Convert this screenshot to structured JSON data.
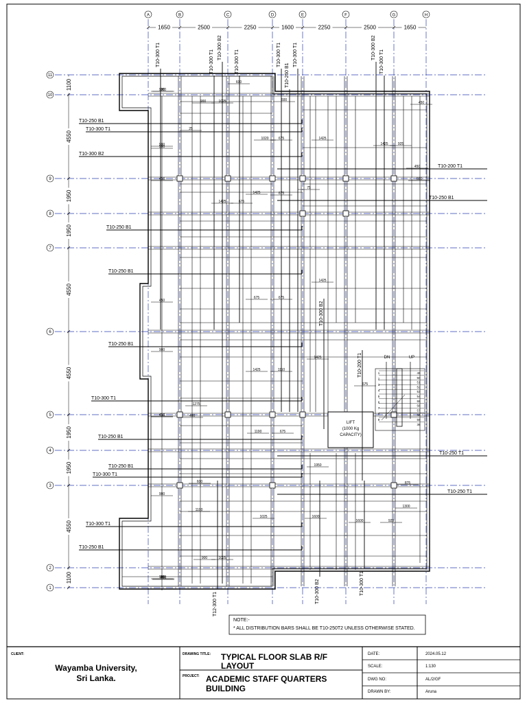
{
  "grid": {
    "columns": [
      "A",
      "B",
      "C",
      "D",
      "E",
      "F",
      "G",
      "H"
    ],
    "rows": [
      "1",
      "2",
      "3",
      "4",
      "5",
      "6",
      "7",
      "8",
      "9",
      "10",
      "11"
    ],
    "column_spacings": [
      "1650",
      "2500",
      "2250",
      "1600",
      "2250",
      "2500",
      "1650"
    ],
    "row_spacings": [
      "1100",
      "4550",
      "1950",
      "1950",
      "4550",
      "4550",
      "1950",
      "1950",
      "4550",
      "1100"
    ]
  },
  "bar_labels": {
    "left": [
      "T10-250 B1",
      "T10-300 T1",
      "T10-300 B2",
      "T10-250 B1",
      "T10-250 B1",
      "T10-250 B1",
      "T10-300 T1",
      "T10-250 B1",
      "T10-250 B1",
      "T10-300 T1",
      "T10-300 T1",
      "T10-250 B1"
    ],
    "right": [
      "T10-200 T1",
      "T10-250 B1",
      "T10-250 T1",
      "T10-250 T1"
    ],
    "top": [
      "T10-300 T1",
      "T10-300 T1",
      "T10-300 B2",
      "T10-300 T1",
      "T10-300 T1",
      "T10-250 B1",
      "T10-300 T1",
      "T10-300 B2",
      "T10-300 T1"
    ],
    "inner": [
      "T10-300 B2",
      "T10-200 T1"
    ],
    "bottom": [
      "T12-300 T1",
      "T10-300 B2",
      "T10-300 T1"
    ]
  },
  "dims": [
    "900",
    "900",
    "1025",
    "900",
    "1020",
    "675",
    "1425",
    "1425",
    "925",
    "1425",
    "675",
    "675",
    "75",
    "675",
    "1425",
    "675",
    "1425",
    "1425",
    "1110",
    "1425",
    "675",
    "1190",
    "675",
    "1275",
    "1025",
    "1600",
    "1600",
    "925",
    "900",
    "1025",
    "900",
    "1950",
    "1300",
    "1100",
    "875",
    "450",
    "450",
    "450",
    "450",
    "450",
    "450",
    "900",
    "900",
    "900",
    "900",
    "900",
    "600",
    "600",
    "25",
    "400",
    "600",
    "600",
    "600"
  ],
  "stair": {
    "dn": "DN",
    "up": "UP",
    "numbers_left": [
      "1",
      "2",
      "3",
      "4",
      "5",
      "6",
      "7",
      "8",
      "9"
    ],
    "numbers_right": [
      "49",
      "50",
      "51",
      "52",
      "53",
      "54",
      "55",
      "56",
      "57",
      "58",
      "59",
      "36"
    ]
  },
  "lift": {
    "line1": "LIFT",
    "line2": "(1000 Kg",
    "line3": "CAPACITY)"
  },
  "note": {
    "title": "NOTE:-",
    "text": "* ALL DISTRIBUTION BARS SHALL BE T10-250T2 UNLESS  OTHERWISE STATED."
  },
  "title_block": {
    "client_label": "CLIENT:",
    "client_line1": "Wayamba University,",
    "client_line2": "Sri Lanka.",
    "drawing_title_label": "DRAWING TITLE:",
    "drawing_title_line1": "TYPICAL FLOOR SLAB R/F",
    "drawing_title_line2": "LAYOUT",
    "project_label": "PROJECT:",
    "project_line1": "ACADEMIC STAFF QUARTERS",
    "project_line2": "BUILDING",
    "date_label": "DATE:",
    "date_value": "2024.05.12",
    "scale_label": "SCALE:",
    "scale_value": "1:130",
    "dwg_label": "DWG NO:",
    "dwg_value": "AL/2/GF",
    "drawn_label": "DRAWN BY:",
    "drawn_value": "Aruna"
  }
}
